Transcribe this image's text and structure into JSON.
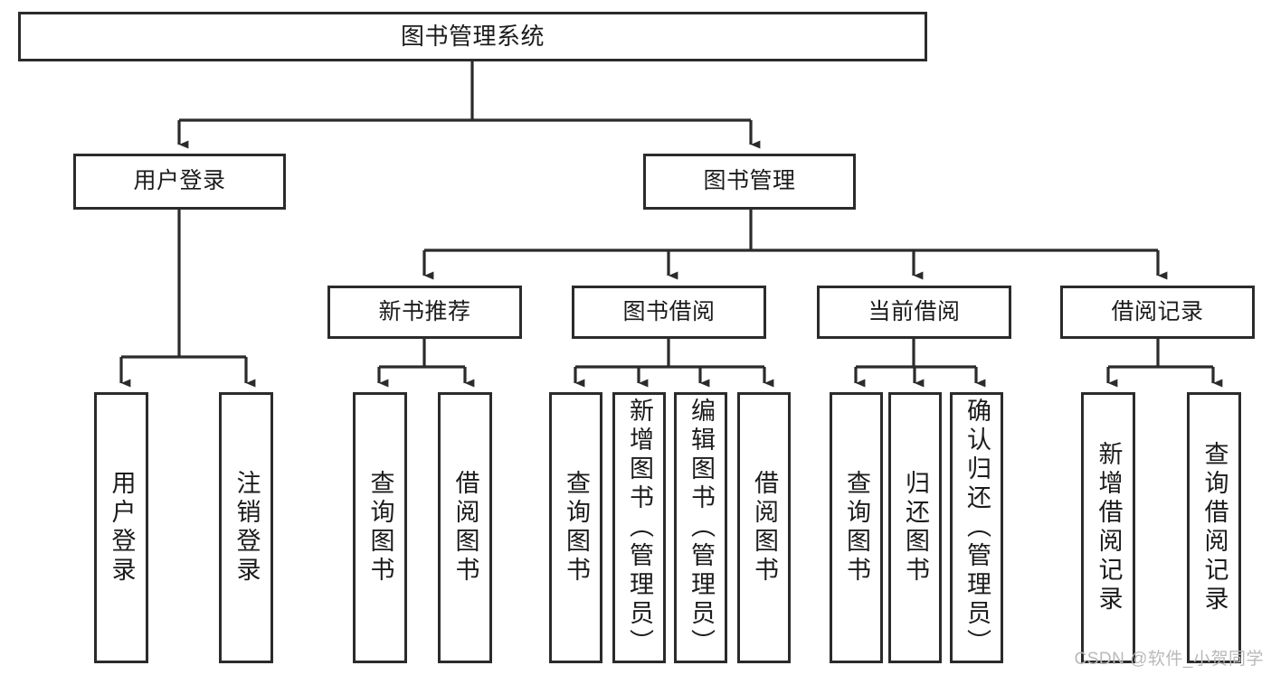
{
  "diagram": {
    "title": "图书管理系统",
    "type": "tree-hierarchy-diagram",
    "colors": {
      "box_border": "#2b2b2b",
      "box_fill": "#ffffff",
      "connector": "#2b2b2b",
      "background": "#ffffff",
      "watermark": "#b9b9b9"
    },
    "root": {
      "id": "root",
      "label": "图书管理系统"
    },
    "level2": [
      {
        "id": "user-login",
        "label": "用户登录"
      },
      {
        "id": "book-manage",
        "label": "图书管理"
      }
    ],
    "level3": [
      {
        "id": "new-book-recommend",
        "label": "新书推荐",
        "parent": "book-manage"
      },
      {
        "id": "book-borrow",
        "label": "图书借阅",
        "parent": "book-manage"
      },
      {
        "id": "current-borrow",
        "label": "当前借阅",
        "parent": "book-manage"
      },
      {
        "id": "borrow-record",
        "label": "借阅记录",
        "parent": "book-manage"
      }
    ],
    "leaves": [
      {
        "id": "leaf-user-login",
        "label": "用户登录",
        "parent": "user-login"
      },
      {
        "id": "leaf-user-logout",
        "label": "注销登录",
        "parent": "user-login"
      },
      {
        "id": "leaf-query-book-1",
        "label": "查询图书",
        "parent": "new-book-recommend"
      },
      {
        "id": "leaf-borrow-book-1",
        "label": "借阅图书",
        "parent": "new-book-recommend"
      },
      {
        "id": "leaf-query-book-2",
        "label": "查询图书",
        "parent": "book-borrow"
      },
      {
        "id": "leaf-add-book",
        "label": "新增图书（管理员）",
        "parent": "book-borrow"
      },
      {
        "id": "leaf-edit-book",
        "label": "编辑图书（管理员）",
        "parent": "book-borrow"
      },
      {
        "id": "leaf-borrow-book-2",
        "label": "借阅图书",
        "parent": "book-borrow"
      },
      {
        "id": "leaf-query-book-3",
        "label": "查询图书",
        "parent": "current-borrow"
      },
      {
        "id": "leaf-return-book",
        "label": "归还图书",
        "parent": "current-borrow"
      },
      {
        "id": "leaf-confirm-return",
        "label": "确认归还（管理员）",
        "parent": "current-borrow"
      },
      {
        "id": "leaf-add-record",
        "label": "新增借阅记录",
        "parent": "borrow-record"
      },
      {
        "id": "leaf-query-record",
        "label": "查询借阅记录",
        "parent": "borrow-record"
      }
    ],
    "watermark": "CSDN @软件_小贺同学"
  }
}
